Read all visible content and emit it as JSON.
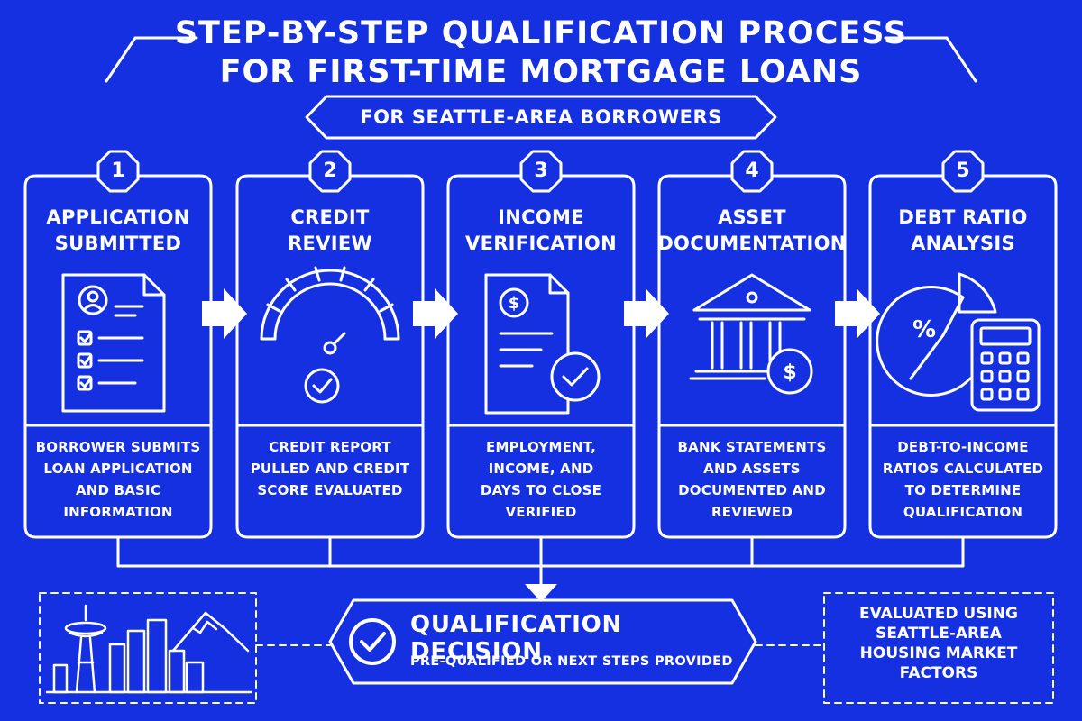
{
  "header": {
    "title_line1": "STEP-BY-STEP QUALIFICATION PROCESS",
    "title_line2": "FOR FIRST-TIME MORTGAGE LOANS",
    "subtitle": "FOR SEATTLE-AREA BORROWERS"
  },
  "steps": [
    {
      "number": "1",
      "title_line1": "APPLICATION",
      "title_line2": "SUBMITTED",
      "icon": "application-document-icon",
      "desc": [
        "BORROWER SUBMITS",
        "LOAN APPLICATION",
        "AND BASIC",
        "INFORMATION"
      ]
    },
    {
      "number": "2",
      "title_line1": "CREDIT",
      "title_line2": "REVIEW",
      "icon": "credit-gauge-icon",
      "desc": [
        "CREDIT REPORT",
        "PULLED AND CREDIT",
        "SCORE EVALUATED"
      ]
    },
    {
      "number": "3",
      "title_line1": "INCOME",
      "title_line2": "VERIFICATION",
      "icon": "income-document-icon",
      "desc": [
        "EMPLOYMENT,",
        "INCOME, AND",
        "DAYS TO CLOSE",
        "VERIFIED"
      ]
    },
    {
      "number": "4",
      "title_line1": "ASSET",
      "title_line2": "DOCUMENTATION",
      "icon": "bank-icon",
      "desc": [
        "BANK STATEMENTS",
        "AND ASSETS",
        "DOCUMENTED AND",
        "REVIEWED"
      ]
    },
    {
      "number": "5",
      "title_line1": "DEBT RATIO",
      "title_line2": "ANALYSIS",
      "icon": "pie-calculator-icon",
      "desc": [
        "DEBT-TO-INCOME",
        "RATIOS CALCULATED",
        "TO DETERMINE",
        "QUALIFICATION"
      ]
    }
  ],
  "decision": {
    "title": "QUALIFICATION DECISION",
    "subtitle": "PRE-QUALIFIED OR NEXT STEPS PROVIDED"
  },
  "side_note": [
    "EVALUATED USING",
    "SEATTLE-AREA",
    "HOUSING MARKET",
    "FACTORS"
  ],
  "colors": {
    "background": "#1530e0",
    "line": "#ffffff"
  }
}
